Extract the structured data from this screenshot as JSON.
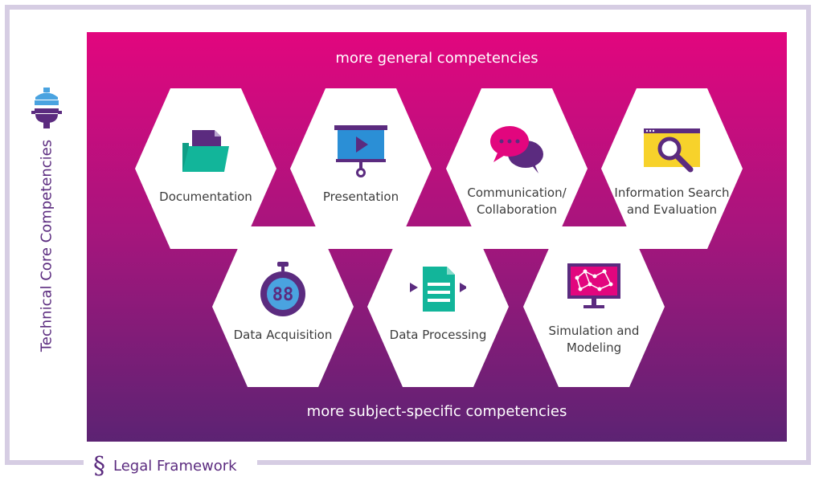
{
  "title_top": "more general competencies",
  "title_bottom": "more subject-specific competencies",
  "side_label": "Technical Core Competencies",
  "footer": {
    "symbol": "§",
    "label": "Legal Framework"
  },
  "colors": {
    "gradient_top": "#e2067e",
    "gradient_bottom": "#5c2373",
    "frame": "#d6cde3",
    "accent_text": "#5b2b7f"
  },
  "competencies": [
    {
      "label": "Documentation",
      "icon": "folder-icon"
    },
    {
      "label": "Presentation",
      "icon": "projector-screen-icon"
    },
    {
      "label": "Communication/ Collaboration",
      "icon": "speech-bubbles-icon"
    },
    {
      "label": "Information Search and Evaluation",
      "icon": "magnifier-browser-icon"
    },
    {
      "label": "Data Acquisition",
      "icon": "stopwatch-icon"
    },
    {
      "label": "Data Processing",
      "icon": "document-arrows-icon"
    },
    {
      "label": "Simulation and Modeling",
      "icon": "monitor-network-icon"
    }
  ]
}
